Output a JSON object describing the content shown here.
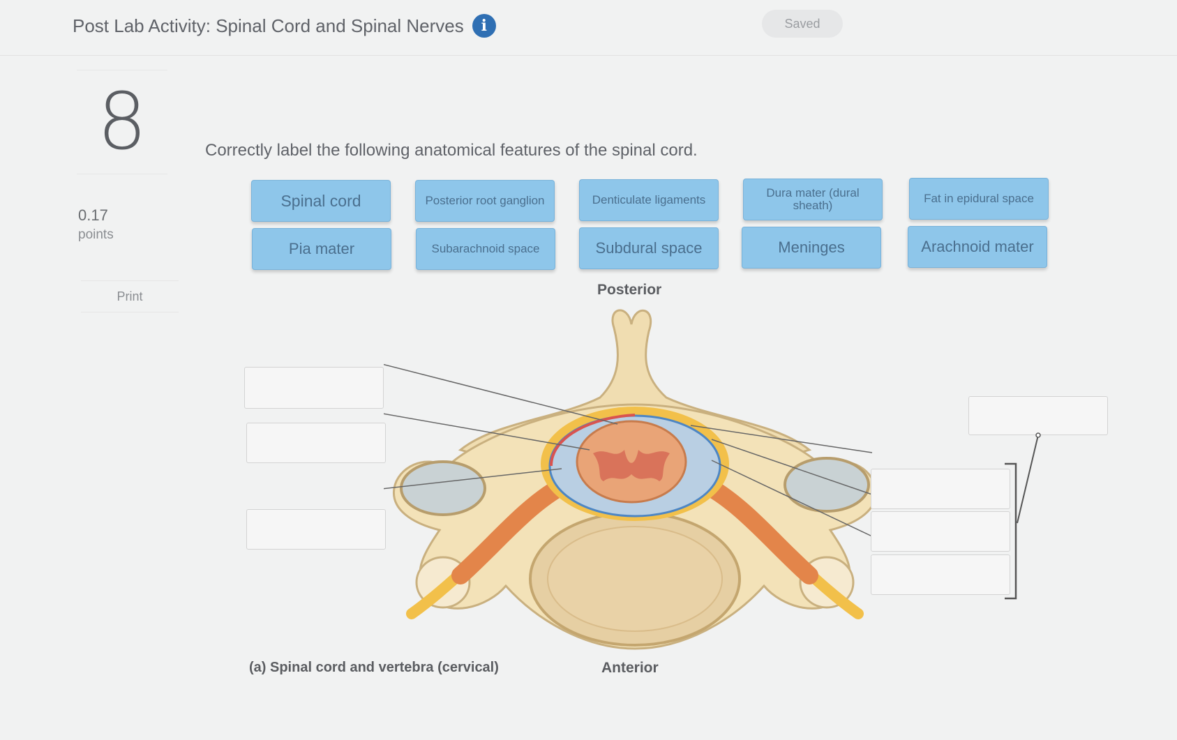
{
  "header": {
    "title": "Post Lab Activity: Spinal Cord and Spinal Nerves",
    "info_icon": "info-icon",
    "saved_label": "Saved"
  },
  "question": {
    "number": "8",
    "points_value": "0.17",
    "points_label": "points",
    "print_label": "Print",
    "prompt": "Correctly label the following anatomical features of the spinal cord."
  },
  "label_bank": [
    "Spinal cord",
    "Posterior root ganglion",
    "Denticulate ligaments",
    "Dura mater (dural sheath)",
    "Fat in epidural space",
    "Pia mater",
    "Subarachnoid space",
    "Subdural space",
    "Meninges",
    "Arachnoid mater"
  ],
  "diagram": {
    "top_label": "Posterior",
    "bottom_label": "Anterior",
    "caption": "(a) Spinal cord and vertebra (cervical)"
  },
  "colors": {
    "chip_bg": "#8ec6ea",
    "chip_text": "#4a6f8e",
    "info_icon": "#2f6fb3",
    "bone": "#f0ddb1",
    "nerve": "#f2c04a",
    "cord": "#e9a477"
  }
}
